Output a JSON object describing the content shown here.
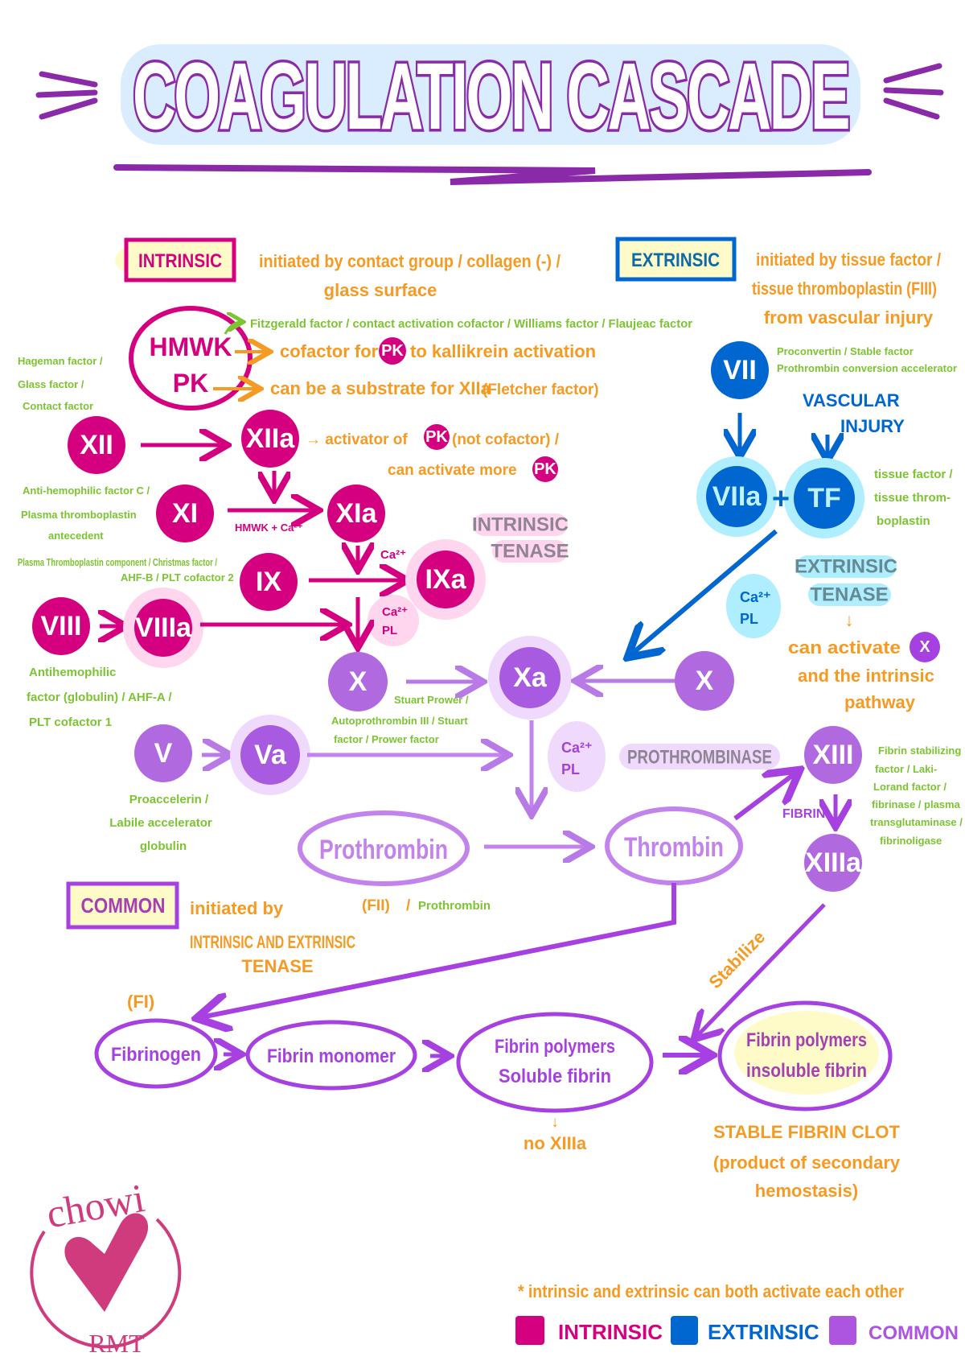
{
  "title": "COAGULATION CASCADE",
  "colors": {
    "intrinsic": "#d4007f",
    "extrinsic": "#0066d0",
    "common": "#ad55e0",
    "notes_orange": "#f59a23",
    "synonyms_green": "#7cc431",
    "highlight_yellow": "#fffbc8",
    "title_outline": "#8a2aa8"
  },
  "intrinsic": {
    "label": "INTRINSIC",
    "desc": [
      "initiated by contact group / collagen (-) /",
      "glass surface"
    ]
  },
  "extrinsic": {
    "label": "EXTRINSIC",
    "desc": [
      "initiated by tissue factor /",
      "tissue thromboplastin (FIII)",
      "from vascular injury"
    ]
  },
  "common": {
    "label": "COMMON",
    "desc": [
      "initiated by",
      "INTRINSIC AND EXTRINSIC",
      "TENASE"
    ]
  },
  "hmwk": {
    "line1": "HMWK",
    "line2": "PK",
    "synonyms": "Fitzgerald factor / contact activation cofactor / Williams factor / Flaujeac factor",
    "note1_pre": "cofactor for",
    "note1_badge": "PK",
    "note1_post": "to kallikrein activation",
    "note2": "can be a substrate for XIIa",
    "note2_paren": "(Fletcher factor)"
  },
  "factors": {
    "XII": "XII",
    "XIIa": "XIIa",
    "XI": "XI",
    "XIa": "XIa",
    "IX": "IX",
    "IXa": "IXa",
    "VIII": "VIII",
    "VIIIa": "VIIIa",
    "X": "X",
    "Xa": "Xa",
    "X2": "X",
    "V": "V",
    "Va": "Va",
    "VII": "VII",
    "VIIa": "VIIa",
    "TF": "TF",
    "plus": "+",
    "XIII": "XIII",
    "XIIIa": "XIIIa"
  },
  "synonyms": {
    "XII": [
      "Hageman factor /",
      "Glass factor /",
      "Contact factor"
    ],
    "XI": [
      "Anti-hemophilic factor C /",
      "Plasma thromboplastin",
      "antecedent"
    ],
    "IX": [
      "Plasma Thromboplastin component / Christmas factor /",
      "AHF-B / PLT cofactor 2"
    ],
    "VIII": [
      "Antihemophilic",
      "factor (globulin) / AHF-A /",
      "PLT cofactor 1"
    ],
    "X": [
      "Stuart Prower /",
      "Autoprothrombin III / Stuart",
      "factor / Prower factor"
    ],
    "V": [
      "Proaccelerin /",
      "Labile accelerator",
      "globulin"
    ],
    "VII": [
      "Proconvertin / Stable factor",
      "Prothrombin conversion accelerator"
    ],
    "TF": [
      "tissue factor /",
      "tissue throm-",
      "boplastin"
    ],
    "XIII": [
      "Fibrin stabilizing",
      "factor / Laki-",
      "Lorand factor /",
      "fibrinase / plasma",
      "transglutaminase /",
      "fibrinoligase"
    ],
    "prothrombin_code": "(FII)",
    "prothrombin_sep": "/",
    "prothrombin_name": "Prothrombin"
  },
  "notes": {
    "xiia_line1_pre": "→ activator of",
    "xiia_badge": "PK",
    "xiia_line1_post": "(not cofactor) /",
    "xiia_line2": "can activate more",
    "xiia_badge2": "PK",
    "hmwk_ca": "HMWK + Ca²⁺",
    "ca": "Ca²⁺",
    "ca_pl_1": "Ca²⁺",
    "ca_pl_2": "PL",
    "vascular_injury": [
      "VASCULAR",
      "INJURY"
    ],
    "ext_act_pre": "can activate",
    "ext_act_badge": "X",
    "ext_act_lines": [
      "and the intrinsic",
      "pathway"
    ],
    "fibrin": "FIBRIN",
    "stabilize": "Stabilize",
    "fi": "(FI)",
    "no_xiiia": "no XIIIa",
    "down": "↓",
    "stable_clot": [
      "STABLE FIBRIN CLOT",
      "(product of secondary",
      "hemostasis)"
    ],
    "footnote": "* intrinsic and extrinsic can both activate each other"
  },
  "complexes": {
    "intrinsic_tenase": [
      "INTRINSIC",
      "TENASE"
    ],
    "extrinsic_tenase": [
      "EXTRINSIC",
      "TENASE"
    ],
    "prothrombinase": "PROTHROMBINASE"
  },
  "common_path": {
    "prothrombin": "Prothrombin",
    "thrombin": "Thrombin",
    "fibrinogen": "Fibrinogen",
    "fibrin_monomer": "Fibrin monomer",
    "soluble": [
      "Fibrin polymers",
      "Soluble fibrin"
    ],
    "insoluble": [
      "Fibrin polymers",
      "insoluble fibrin"
    ]
  },
  "legend": [
    {
      "label": "INTRINSIC",
      "color": "#d4007f"
    },
    {
      "label": "EXTRINSIC",
      "color": "#0066d0"
    },
    {
      "label": "COMMON",
      "color": "#ad55e0"
    }
  ],
  "logo": {
    "top": "chowi",
    "bottom": "RMT",
    "icon": "heart-icon"
  }
}
